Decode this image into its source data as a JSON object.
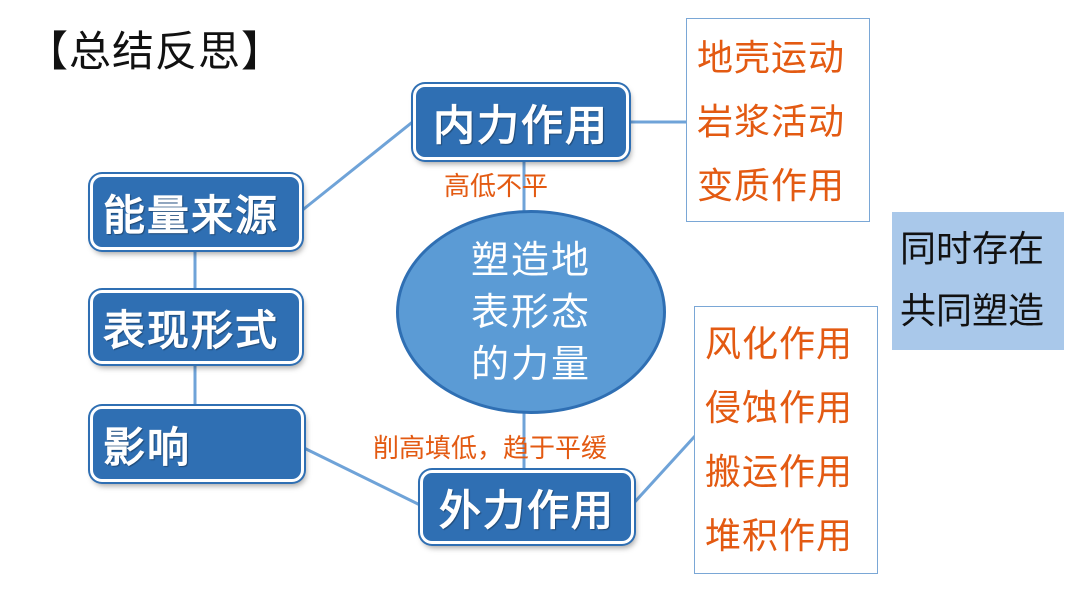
{
  "page": {
    "title": "【总结反思】"
  },
  "nodes": {
    "energy": "能量来源",
    "form": "表现形式",
    "impact": "影响",
    "internal": "内力作用",
    "external": "外力作用"
  },
  "center": {
    "lines": [
      "塑造地",
      "表形态",
      "的力量"
    ]
  },
  "labels": {
    "internal_effect": "高低不平",
    "external_effect": "削高填低，趋于平缓"
  },
  "internal_list": [
    "地壳运动",
    "岩浆活动",
    "变质作用"
  ],
  "external_list": [
    "风化作用",
    "侵蚀作用",
    "搬运作用",
    "堆积作用"
  ],
  "side_note": [
    "同时存在",
    "共同塑造"
  ],
  "colors": {
    "node_fill": "#2f6fb3",
    "ellipse_fill": "#5b9bd5",
    "connector": "#6fa3d8",
    "list_text": "#e35a12",
    "side_fill": "#a9c8ea"
  }
}
